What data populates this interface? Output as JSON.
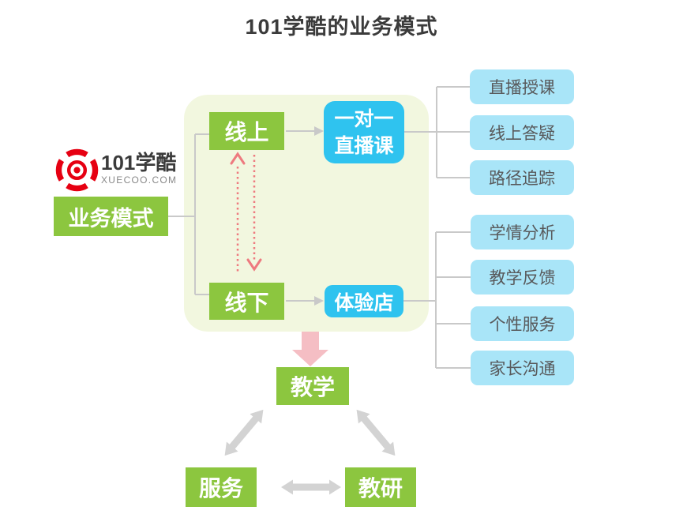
{
  "title": "101学酷的业务模式",
  "logo": {
    "name": "101学酷",
    "domain": "XUECOO.COM",
    "icon": "aperture-ring-icon",
    "brand_color": "#e60012"
  },
  "root": {
    "label": "业务模式"
  },
  "channels": {
    "online": "线上",
    "offline": "线下"
  },
  "offerings": {
    "one_on_one_live": {
      "line1": "一对一",
      "line2": "直播课"
    },
    "experience_store": "体验店"
  },
  "online_features": [
    "直播授课",
    "线上答疑",
    "路径追踪"
  ],
  "offline_features": [
    "学情分析",
    "教学反馈",
    "个性服务",
    "家长沟通"
  ],
  "pillars": {
    "teaching": "教学",
    "service": "服务",
    "research": "教研"
  },
  "colors": {
    "green": "#8cc63f",
    "cyan": "#2fc3ef",
    "light_blue": "#a9e5f8",
    "panel": "#f2f7df",
    "pink_arrow": "#f5bec4",
    "dotted_arrow": "#ee7a7f",
    "connector_gray": "#c9c9c9",
    "double_arrow_gray": "#d3d3d3"
  }
}
